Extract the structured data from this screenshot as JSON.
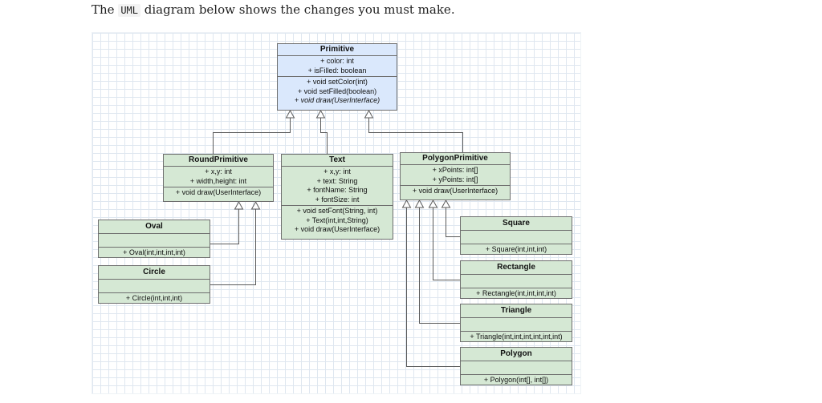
{
  "intro": {
    "before": "The ",
    "code": "UML",
    "after": " diagram below shows the changes you must make."
  },
  "colors": {
    "class_fill": "#d5e8d4",
    "base_class_fill": "#dae8fc",
    "border": "#6e6e6e"
  },
  "classes": {
    "primitive": {
      "name": "Primitive",
      "attributes": [
        "+ color: int",
        "+ isFilled: boolean"
      ],
      "methods": [
        "+ void setColor(int)",
        "+ void setFilled(boolean)",
        "+ void draw(UserInterface)"
      ]
    },
    "round_primitive": {
      "name": "RoundPrimitive",
      "attributes": [
        "+ x,y: int",
        "+ width,height: int"
      ],
      "methods": [
        "+ void draw(UserInterface)"
      ]
    },
    "text": {
      "name": "Text",
      "attributes": [
        "+ x,y: int",
        "+ text: String",
        "+ fontName: String",
        "+ fontSize: int"
      ],
      "methods": [
        "+ void setFont(String, int)",
        "+ Text(int,int,String)",
        "+ void draw(UserInterface)"
      ]
    },
    "polygon_primitive": {
      "name": "PolygonPrimitive",
      "attributes": [
        "+ xPoints: int[]",
        "+ yPoints: int[]"
      ],
      "methods": [
        "+ void draw(UserInterface)"
      ]
    },
    "oval": {
      "name": "Oval",
      "methods": [
        "+ Oval(int,int,int,int)"
      ]
    },
    "circle": {
      "name": "Circle",
      "methods": [
        "+ Circle(int,int,int)"
      ]
    },
    "square": {
      "name": "Square",
      "methods": [
        "+ Square(int,int,int)"
      ]
    },
    "rectangle": {
      "name": "Rectangle",
      "methods": [
        "+ Rectangle(int,int,int,int)"
      ]
    },
    "triangle": {
      "name": "Triangle",
      "methods": [
        "+ Triangle(int,int,int,int,int,int)"
      ]
    },
    "polygon": {
      "name": "Polygon",
      "methods": [
        "+ Polygon(int[], int[])"
      ]
    }
  }
}
